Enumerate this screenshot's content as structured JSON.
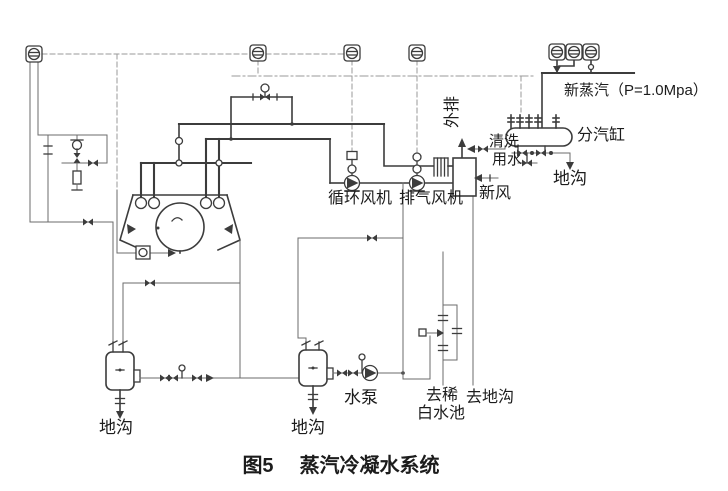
{
  "figure": {
    "caption_number": "图5",
    "caption_title": "蒸汽冷凝水系统"
  },
  "labels": {
    "fresh_steam": "新蒸汽（P=1.0Mpa）",
    "steam_header": "分汽缸",
    "header_drain": "地沟",
    "washing_water_1": "清洗",
    "washing_water_2": "用水",
    "outdoor_exhaust": "外排",
    "fresh_air": "新风",
    "circulation_fan": "循环风机",
    "exhaust_fan": "排气风机",
    "water_pump": "水泵",
    "to_white_water_1": "去稀",
    "to_white_water_2": "白水池",
    "to_floor_drain": "去地沟",
    "tank1_drain": "地沟",
    "tank2_drain": "地沟"
  },
  "colors": {
    "line": "#3c3c3c",
    "thin_line": "#6b6b6b",
    "signal_line": "#9a9a9a",
    "text": "#1c1c1c",
    "background": "#ffffff"
  }
}
